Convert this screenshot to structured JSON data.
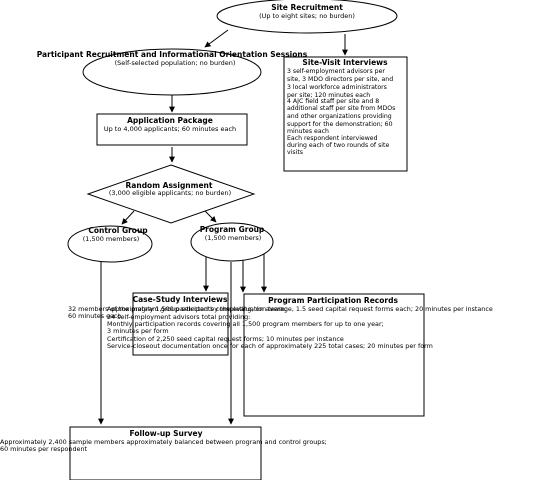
{
  "nodes": {
    "site_recruitment": {
      "title": "Site Recruitment",
      "lines": [
        "(Up to eight sites; no burden)"
      ]
    },
    "orientation": {
      "title": "Participant Recruitment and Informational Orientation Sessions",
      "lines": [
        "(Self-selected population; no burden)"
      ]
    },
    "site_visit": {
      "title": "Site-Visit Interviews",
      "lines": [
        "3 self-employment advisors per",
        "site, 3 MDO directors per site, and",
        "3 local workforce administrators",
        "per site; 120 minutes each",
        "4 AJC field staff per site and 8",
        "additional staff per site from MDOs",
        "and other organizations providing",
        "support for the demonstration; 60",
        "minutes each",
        "Each respondent interviewed",
        "during each of two rounds of site",
        "visits"
      ]
    },
    "application": {
      "title": "Application Package",
      "lines": [
        "Up to 4,000 applicants; 60 minutes each"
      ]
    },
    "random_assignment": {
      "title": "Random Assignment",
      "lines": [
        "(3,000 eligible applicants; no burden)"
      ]
    },
    "control_group": {
      "title": "Control Group",
      "lines": [
        "(1,500 members)"
      ]
    },
    "program_group": {
      "title": "Program Group",
      "lines": [
        "(1,500 members)"
      ]
    },
    "case_study": {
      "title": "Case-Study Interviews",
      "lines": [
        "32 members of the program group selected by the evaluation team;",
        "60 minutes each"
      ]
    },
    "participation": {
      "title": "Program Participation Records",
      "lines": [
        "Approximately 1,500 participants completing, on average, 1.5 seed capital request forms each; 20 minutes per instance",
        "24 self-employment advisors total providing:",
        "Monthly participation records covering all 1,500 program members for up to one year;",
        "3 minutes per form",
        "Certification of 2,250 seed capital request forms; 10 minutes per instance",
        "Service-closeout documentation once for each of approximately 225 total cases; 20 minutes per form"
      ]
    },
    "follow_up": {
      "title": "Follow-up Survey",
      "lines": [
        "Approximately 2,400 sample members approximately balanced between program and control groups;",
        "60 minutes per respondent"
      ]
    }
  }
}
